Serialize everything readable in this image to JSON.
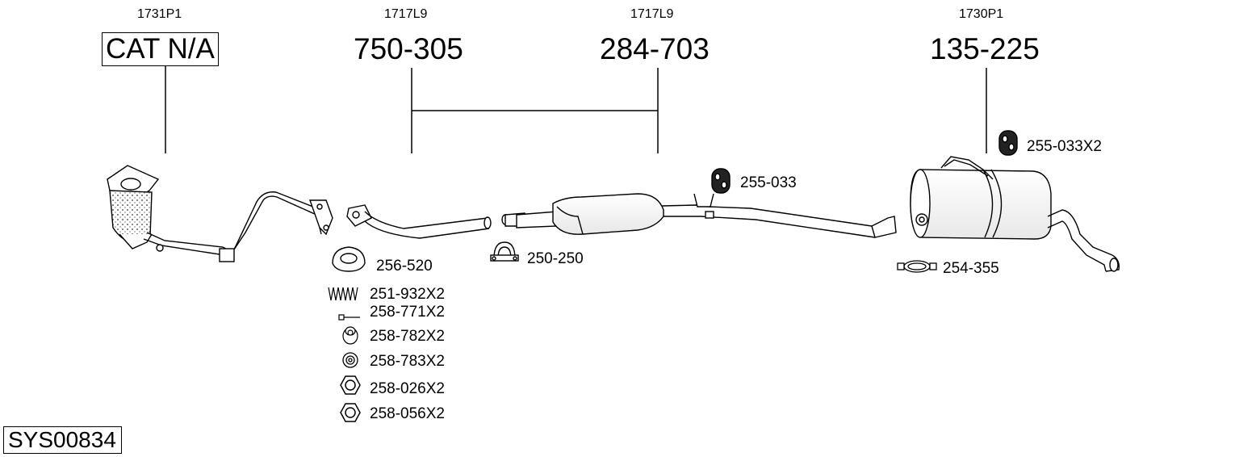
{
  "diagram": {
    "system_id": "SYS00834",
    "main_parts": [
      {
        "code": "1731P1",
        "number": "CAT N/A"
      },
      {
        "code": "1717L9",
        "number": "750-305"
      },
      {
        "code": "1717L9",
        "number": "284-703"
      },
      {
        "code": "1730P1",
        "number": "135-225"
      }
    ],
    "fitting_parts": [
      {
        "number": "256-520",
        "icon": "gasket-ring-icon"
      },
      {
        "number": "251-932X2",
        "icon": "spring-icon"
      },
      {
        "number": "258-771X2",
        "icon": "bolt-icon"
      },
      {
        "number": "258-782X2",
        "icon": "conical-nut-icon"
      },
      {
        "number": "258-783X2",
        "icon": "washer-icon"
      },
      {
        "number": "258-026X2",
        "icon": "hex-nut-icon"
      },
      {
        "number": "258-056X2",
        "icon": "hex-nut-icon"
      },
      {
        "number": "250-250",
        "icon": "u-clamp-icon"
      },
      {
        "number": "255-033",
        "icon": "rubber-hanger-icon"
      },
      {
        "number": "255-033X2",
        "icon": "rubber-hanger-icon"
      },
      {
        "number": "254-355",
        "icon": "band-clamp-icon"
      }
    ]
  },
  "colors": {
    "ink": "#000000",
    "fill": "#ffffff",
    "shade": "#d8d8d8"
  }
}
